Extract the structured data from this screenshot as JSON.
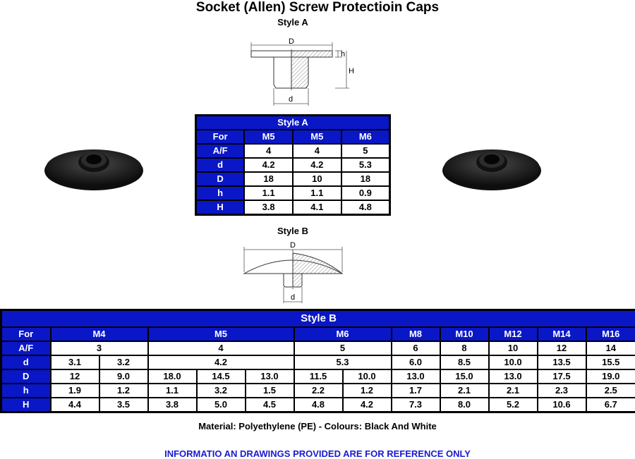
{
  "title": "Socket (Allen) Screw Protectioin Caps",
  "style_a": {
    "heading": "Style A",
    "drawing_labels": {
      "D": "D",
      "h": "h",
      "H": "H",
      "d": "d"
    },
    "table": {
      "title": "Style A",
      "header": [
        "For",
        "M5",
        "M5",
        "M6"
      ],
      "rows": [
        {
          "label": "A/F",
          "values": [
            "4",
            "4",
            "5"
          ]
        },
        {
          "label": "d",
          "values": [
            "4.2",
            "4.2",
            "5.3"
          ]
        },
        {
          "label": "D",
          "values": [
            "18",
            "10",
            "18"
          ]
        },
        {
          "label": "h",
          "values": [
            "1.1",
            "1.1",
            "0.9"
          ]
        },
        {
          "label": "H",
          "values": [
            "3.8",
            "4.1",
            "4.8"
          ]
        }
      ]
    }
  },
  "style_b": {
    "heading": "Style B",
    "drawing_labels": {
      "D": "D",
      "d": "d"
    },
    "table": {
      "title": "Style B",
      "header": [
        "For",
        "M4",
        "M5",
        "M6",
        "M8",
        "M10",
        "M12",
        "M14",
        "M16"
      ],
      "af": [
        "A/F",
        "3",
        "4",
        "5",
        "6",
        "8",
        "10",
        "12",
        "14"
      ],
      "d": [
        "d",
        "3.1",
        "3.2",
        "4.2",
        "5.3",
        "6.0",
        "8.5",
        "10.0",
        "13.5",
        "15.5"
      ],
      "D": [
        "D",
        "12",
        "9.0",
        "18.0",
        "14.5",
        "13.0",
        "11.5",
        "10.0",
        "13.0",
        "15.0",
        "13.0",
        "17.5",
        "19.0"
      ],
      "h": [
        "h",
        "1.9",
        "1.2",
        "1.1",
        "3.2",
        "1.5",
        "2.2",
        "1.2",
        "1.7",
        "2.1",
        "2.1",
        "2.3",
        "2.5"
      ],
      "H": [
        "H",
        "4.4",
        "3.5",
        "3.8",
        "5.0",
        "4.5",
        "4.8",
        "4.2",
        "7.3",
        "8.0",
        "5.2",
        "10.6",
        "6.7"
      ]
    }
  },
  "footer": {
    "material": "Material: Polyethylene (PE) - Colours: Black And White",
    "disclaimer": "INFORMATIO AN DRAWINGS PROVIDED ARE FOR REFERENCE ONLY"
  }
}
